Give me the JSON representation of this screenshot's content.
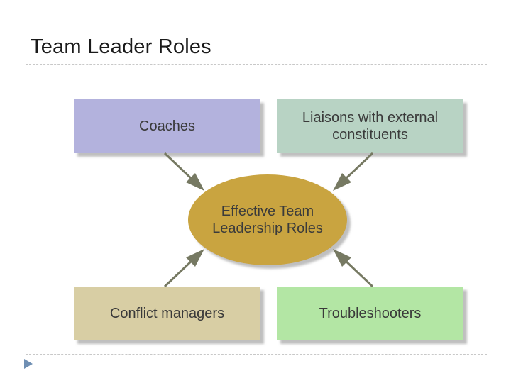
{
  "slide": {
    "title": "Team Leader Roles"
  },
  "diagram": {
    "center": {
      "label": "Effective Team Leadership Roles",
      "color": "#c9a440"
    },
    "boxes": [
      {
        "id": "coaches",
        "label": "Coaches",
        "color": "#b3b2dd"
      },
      {
        "id": "liaisons",
        "label": "Liaisons with external constituents",
        "color": "#b8d3c4"
      },
      {
        "id": "conflict",
        "label": "Conflict managers",
        "color": "#d8cea4"
      },
      {
        "id": "troubleshooters",
        "label": "Troubleshooters",
        "color": "#b3e6a4"
      }
    ],
    "arrow_color": "#767962"
  }
}
